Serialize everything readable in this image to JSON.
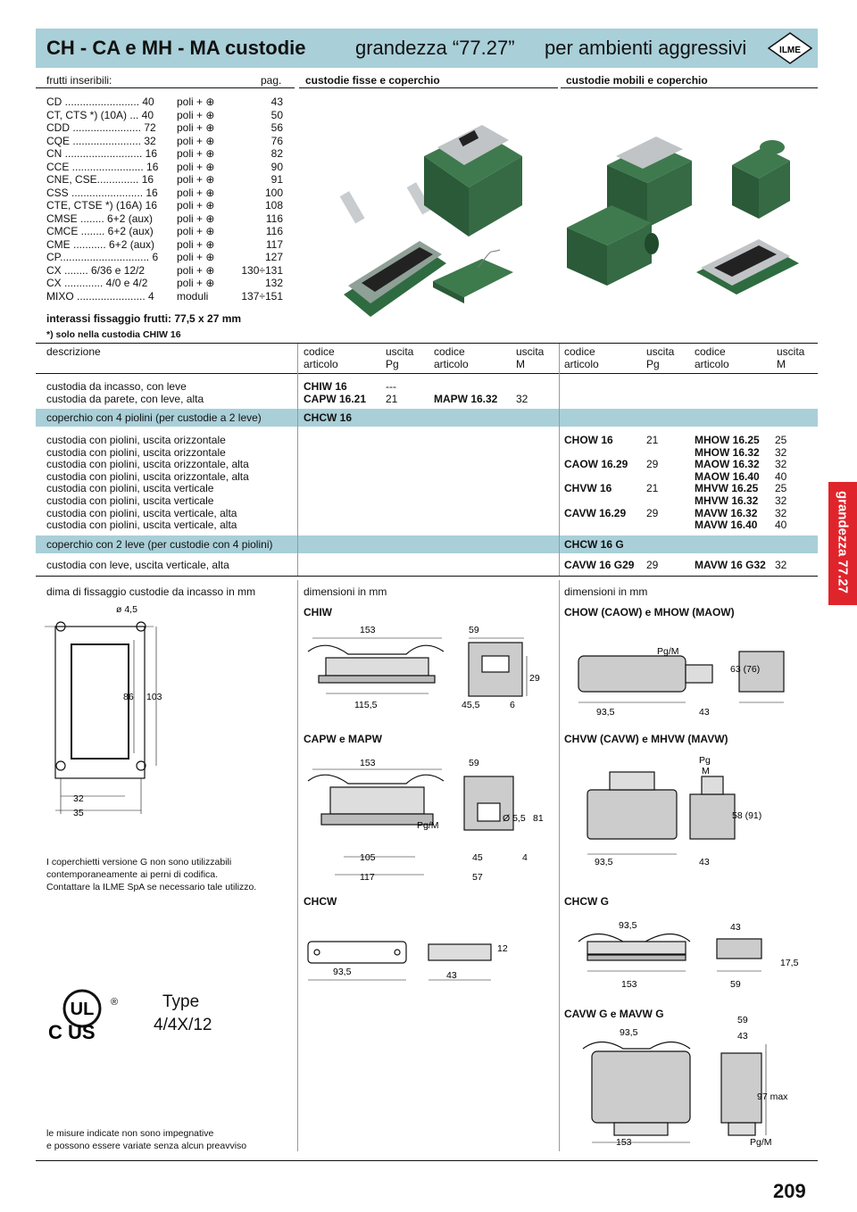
{
  "header": {
    "title_left": "CH - CA e MH - MA custodie",
    "title_mid": "grandezza “77.27”",
    "title_right": "per ambienti aggressivi",
    "logo_text": "ILME"
  },
  "inserts": {
    "heading": "frutti inseribili:",
    "pag_heading": "pag.",
    "rows": [
      {
        "name": "CD ......................... 40",
        "type": "poli + ⊕",
        "page": "43"
      },
      {
        "name": "CT, CTS *) (10A) ... 40",
        "type": "poli + ⊕",
        "page": "50"
      },
      {
        "name": "CDD ....................... 72",
        "type": "poli + ⊕",
        "page": "56"
      },
      {
        "name": "CQE ....................... 32",
        "type": "poli + ⊕",
        "page": "76"
      },
      {
        "name": "CN .......................... 16",
        "type": "poli + ⊕",
        "page": "82"
      },
      {
        "name": "CCE ........................ 16",
        "type": "poli + ⊕",
        "page": "90"
      },
      {
        "name": "CNE, CSE.............. 16",
        "type": "poli + ⊕",
        "page": "91"
      },
      {
        "name": "CSS ........................ 16",
        "type": "poli + ⊕",
        "page": "100"
      },
      {
        "name": "CTE, CTSE *) (16A) 16",
        "type": "poli + ⊕",
        "page": "108"
      },
      {
        "name": "CMSE ........ 6+2 (aux)",
        "type": "poli + ⊕",
        "page": "116"
      },
      {
        "name": "CMCE ........ 6+2 (aux)",
        "type": "poli + ⊕",
        "page": "116"
      },
      {
        "name": "CME ........... 6+2 (aux)",
        "type": "poli + ⊕",
        "page": "117"
      },
      {
        "name": "CP.............................. 6",
        "type": "poli + ⊕",
        "page": "127"
      },
      {
        "name": "CX ........ 6/36 e 12/2",
        "type": "poli + ⊕",
        "page": "130÷131"
      },
      {
        "name": "CX ............. 4/0 e 4/2",
        "type": "poli + ⊕",
        "page": "132"
      },
      {
        "name": "MIXO ....................... 4",
        "type": "moduli",
        "page": "137÷151"
      }
    ],
    "spacing": "interassi fissaggio frutti: 77,5 x 27 mm",
    "note": "*) solo nella custodia CHIW 16"
  },
  "sections": {
    "fixed": "custodie fisse e coperchio",
    "mobile": "custodie mobili e coperchio"
  },
  "table": {
    "desc_header": "descrizione",
    "col_headers": [
      {
        "a": "codice",
        "b": "articolo",
        "c": "uscita",
        "d": "Pg"
      },
      {
        "a": "codice",
        "b": "articolo",
        "c": "uscita",
        "d": "M"
      },
      {
        "a": "codice",
        "b": "articolo",
        "c": "uscita",
        "d": "Pg"
      },
      {
        "a": "codice",
        "b": "articolo",
        "c": "uscita",
        "d": "M"
      }
    ],
    "g1": [
      {
        "desc": "custodia da incasso, con leve",
        "c1": "CHIW 16",
        "u1": "---",
        "c2": "",
        "u2": "",
        "c3": "",
        "u3": "",
        "c4": "",
        "u4": ""
      },
      {
        "desc": "custodia da parete, con leve, alta",
        "c1": "CAPW 16.21",
        "u1": "21",
        "c2": "MAPW 16.32",
        "u2": "32",
        "c3": "",
        "u3": "",
        "c4": "",
        "u4": ""
      }
    ],
    "g2": {
      "desc": "coperchio con 4 piolini (per custodie a 2 leve)",
      "c1": "CHCW 16"
    },
    "g3": [
      {
        "desc": "custodia con piolini, uscita orizzontale",
        "c3": "CHOW 16",
        "u3": "21",
        "c4": "MHOW 16.25",
        "u4": "25"
      },
      {
        "desc": "custodia con piolini, uscita orizzontale",
        "c3": "",
        "u3": "",
        "c4": "MHOW 16.32",
        "u4": "32"
      },
      {
        "desc": "custodia con piolini, uscita orizzontale, alta",
        "c3": "CAOW 16.29",
        "u3": "29",
        "c4": "MAOW 16.32",
        "u4": "32"
      },
      {
        "desc": "custodia con piolini, uscita orizzontale, alta",
        "c3": "",
        "u3": "",
        "c4": "MAOW 16.40",
        "u4": "40"
      },
      {
        "desc": "custodia con piolini, uscita verticale",
        "c3": "CHVW 16",
        "u3": "21",
        "c4": "MHVW 16.25",
        "u4": "25"
      },
      {
        "desc": "custodia con piolini, uscita verticale",
        "c3": "",
        "u3": "",
        "c4": "MHVW 16.32",
        "u4": "32"
      },
      {
        "desc": "custodia con piolini, uscita verticale, alta",
        "c3": "CAVW 16.29",
        "u3": "29",
        "c4": "MAVW 16.32",
        "u4": "32"
      },
      {
        "desc": "custodia con piolini, uscita verticale, alta",
        "c3": "",
        "u3": "",
        "c4": "MAVW 16.40",
        "u4": "40"
      }
    ],
    "g4": {
      "desc": "coperchio con 2 leve (per custodie con 4 piolini)",
      "c3": "CHCW 16 G"
    },
    "g5": {
      "desc": "custodia con leve, uscita verticale, alta",
      "c3": "CAVW 16 G29",
      "u3": "29",
      "c4": "MAVW 16 G32",
      "u4": "32"
    }
  },
  "side_tab": "grandezza 77.27",
  "drawings": {
    "left_title": "dima di fissaggio custodie da incasso in mm",
    "mid_title": "dimensioni in mm",
    "right_title": "dimensioni in mm",
    "cutout": {
      "hole": "ø 4,5",
      "h1": "86",
      "h2": "103",
      "w1": "32",
      "w2": "35"
    },
    "chiw": {
      "label": "CHIW",
      "d1": "153",
      "d2": "59",
      "d3": "29",
      "d4": "115,5",
      "d5": "45,5",
      "d6": "6"
    },
    "capw": {
      "label": "CAPW e MAPW",
      "d1": "153",
      "d2": "59",
      "d3": "Pg/M",
      "d4": "Ø 5,5",
      "d5": "81",
      "d6": "105",
      "d7": "117",
      "d8": "45",
      "d9": "57",
      "d10": "4"
    },
    "chcw": {
      "label": "CHCW",
      "d1": "12",
      "d2": "93,5",
      "d3": "43"
    },
    "chow": {
      "label": "CHOW (CAOW) e MHOW (MAOW)",
      "d1": "Pg/M",
      "d2": "63 (76)",
      "d3": "93,5",
      "d4": "43"
    },
    "chvw": {
      "label": "CHVW (CAVW) e MHVW (MAVW)",
      "d1": "Pg",
      "d2": "M",
      "d3": "58 (91)",
      "d4": "93,5",
      "d5": "43"
    },
    "chcwg": {
      "label": "CHCW G",
      "d1": "93,5",
      "d2": "43",
      "d3": "17,5",
      "d4": "153",
      "d5": "59"
    },
    "cavwg": {
      "label": "CAVW G e MAVW G",
      "d1": "59",
      "d2": "93,5",
      "d3": "43",
      "d4": "97 max",
      "d5": "153",
      "d6": "Pg/M"
    }
  },
  "notes": {
    "g_note_1": "I coperchietti versione G non sono utilizzabili",
    "g_note_2": "contemporaneamente ai perni di codifica.",
    "g_note_3": "Contattare la ILME SpA se necessario tale utilizzo.",
    "cert_type": "Type",
    "cert_rating": "4/4X/12",
    "cert_mark": "C US",
    "disclaimer_1": "le misure indicate non sono impegnative",
    "disclaimer_2": "e possono essere variate senza alcun preavviso"
  },
  "page_number": "209",
  "colors": {
    "band": "#a9cfd8",
    "tab": "#e0242c",
    "housing": "#3f7a4e",
    "metal": "#b8bcc0"
  }
}
